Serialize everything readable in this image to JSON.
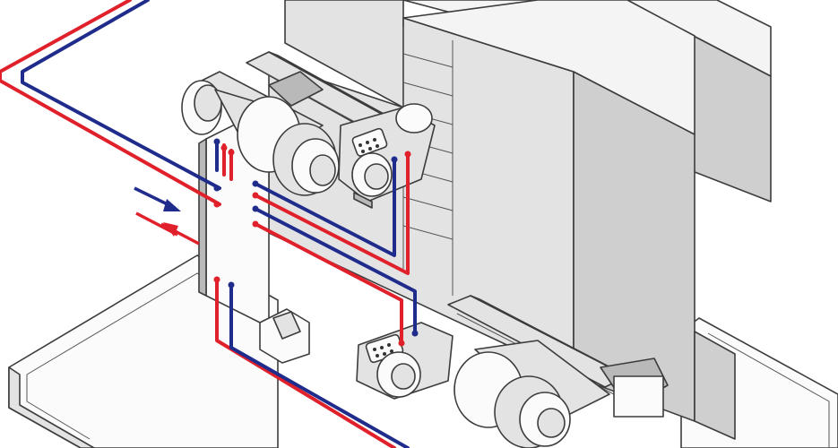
{
  "diagram": {
    "colors": {
      "supply": "#e0202a",
      "return": "#1f2c8c",
      "machine_fill": "#e6e6e6",
      "machine_outline": "#3c3c3c",
      "background": "#ffffff"
    },
    "parts": {
      "flow_arrows": [
        "inflow-arrow",
        "outflow-arrow"
      ],
      "motors": [
        "upper-spindle-motor",
        "lower-spindle-motor"
      ],
      "turrets": [
        "upper-tool-turret",
        "lower-tool-turret"
      ]
    }
  }
}
